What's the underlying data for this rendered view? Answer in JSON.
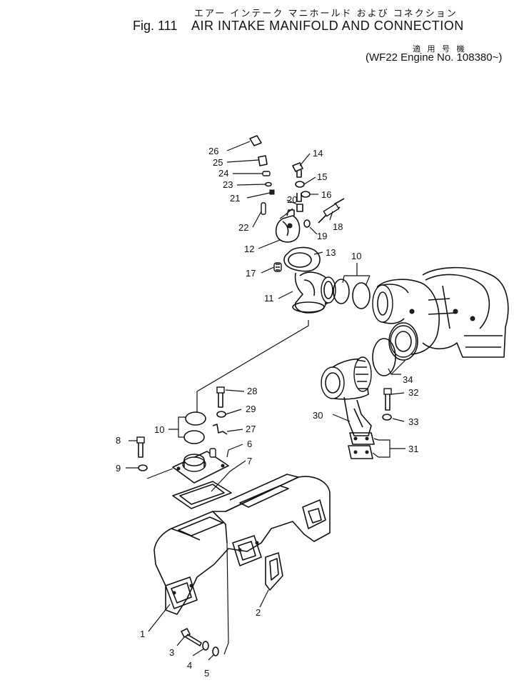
{
  "header": {
    "japanese_title": "エアー インテーク マニホールド および コネクション",
    "figure_number": "Fig. 111",
    "figure_title": "AIR INTAKE MANIFOLD AND CONNECTION",
    "applicability_japanese": "適 用 号 機",
    "applicability": "(WF22 Engine No. 108380~)"
  },
  "callouts": [
    {
      "id": "c1",
      "label": "1"
    },
    {
      "id": "c2",
      "label": "2"
    },
    {
      "id": "c3",
      "label": "3"
    },
    {
      "id": "c4",
      "label": "4"
    },
    {
      "id": "c5",
      "label": "5"
    },
    {
      "id": "c6",
      "label": "6"
    },
    {
      "id": "c7",
      "label": "7"
    },
    {
      "id": "c8",
      "label": "8"
    },
    {
      "id": "c9",
      "label": "9"
    },
    {
      "id": "c10a",
      "label": "10"
    },
    {
      "id": "c10b",
      "label": "10"
    },
    {
      "id": "c11",
      "label": "11"
    },
    {
      "id": "c12",
      "label": "12"
    },
    {
      "id": "c13",
      "label": "13"
    },
    {
      "id": "c14",
      "label": "14"
    },
    {
      "id": "c15",
      "label": "15"
    },
    {
      "id": "c16",
      "label": "16"
    },
    {
      "id": "c17",
      "label": "17"
    },
    {
      "id": "c18",
      "label": "18"
    },
    {
      "id": "c19",
      "label": "19"
    },
    {
      "id": "c20",
      "label": "20"
    },
    {
      "id": "c21",
      "label": "21"
    },
    {
      "id": "c22",
      "label": "22"
    },
    {
      "id": "c23",
      "label": "23"
    },
    {
      "id": "c24",
      "label": "24"
    },
    {
      "id": "c25",
      "label": "25"
    },
    {
      "id": "c26",
      "label": "26"
    },
    {
      "id": "c27",
      "label": "27"
    },
    {
      "id": "c28",
      "label": "28"
    },
    {
      "id": "c29",
      "label": "29"
    },
    {
      "id": "c30",
      "label": "30"
    },
    {
      "id": "c31",
      "label": "31"
    },
    {
      "id": "c32",
      "label": "32"
    },
    {
      "id": "c33",
      "label": "33"
    },
    {
      "id": "c34",
      "label": "34"
    }
  ]
}
